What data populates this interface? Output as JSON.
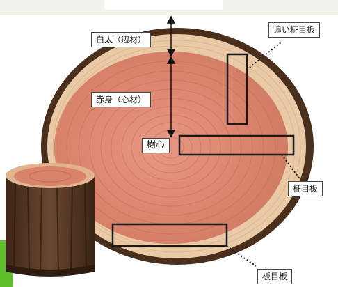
{
  "labels": {
    "sapwood": "白太（辺材）",
    "heartwood": "赤身（心材）",
    "pith": "樹心",
    "semi_quartersawn": "追い柾目板",
    "quartersawn": "柾目板",
    "flatsawn": "板目板"
  },
  "colors": {
    "background": "#ffffff",
    "bark": "#5b3a24",
    "sapwood": "#e9c9a6",
    "heartwood": "#d9826c",
    "ring_line": "#c56a57",
    "box_stroke": "#1a1a1a",
    "corner_accent": "#5fbf2a"
  }
}
